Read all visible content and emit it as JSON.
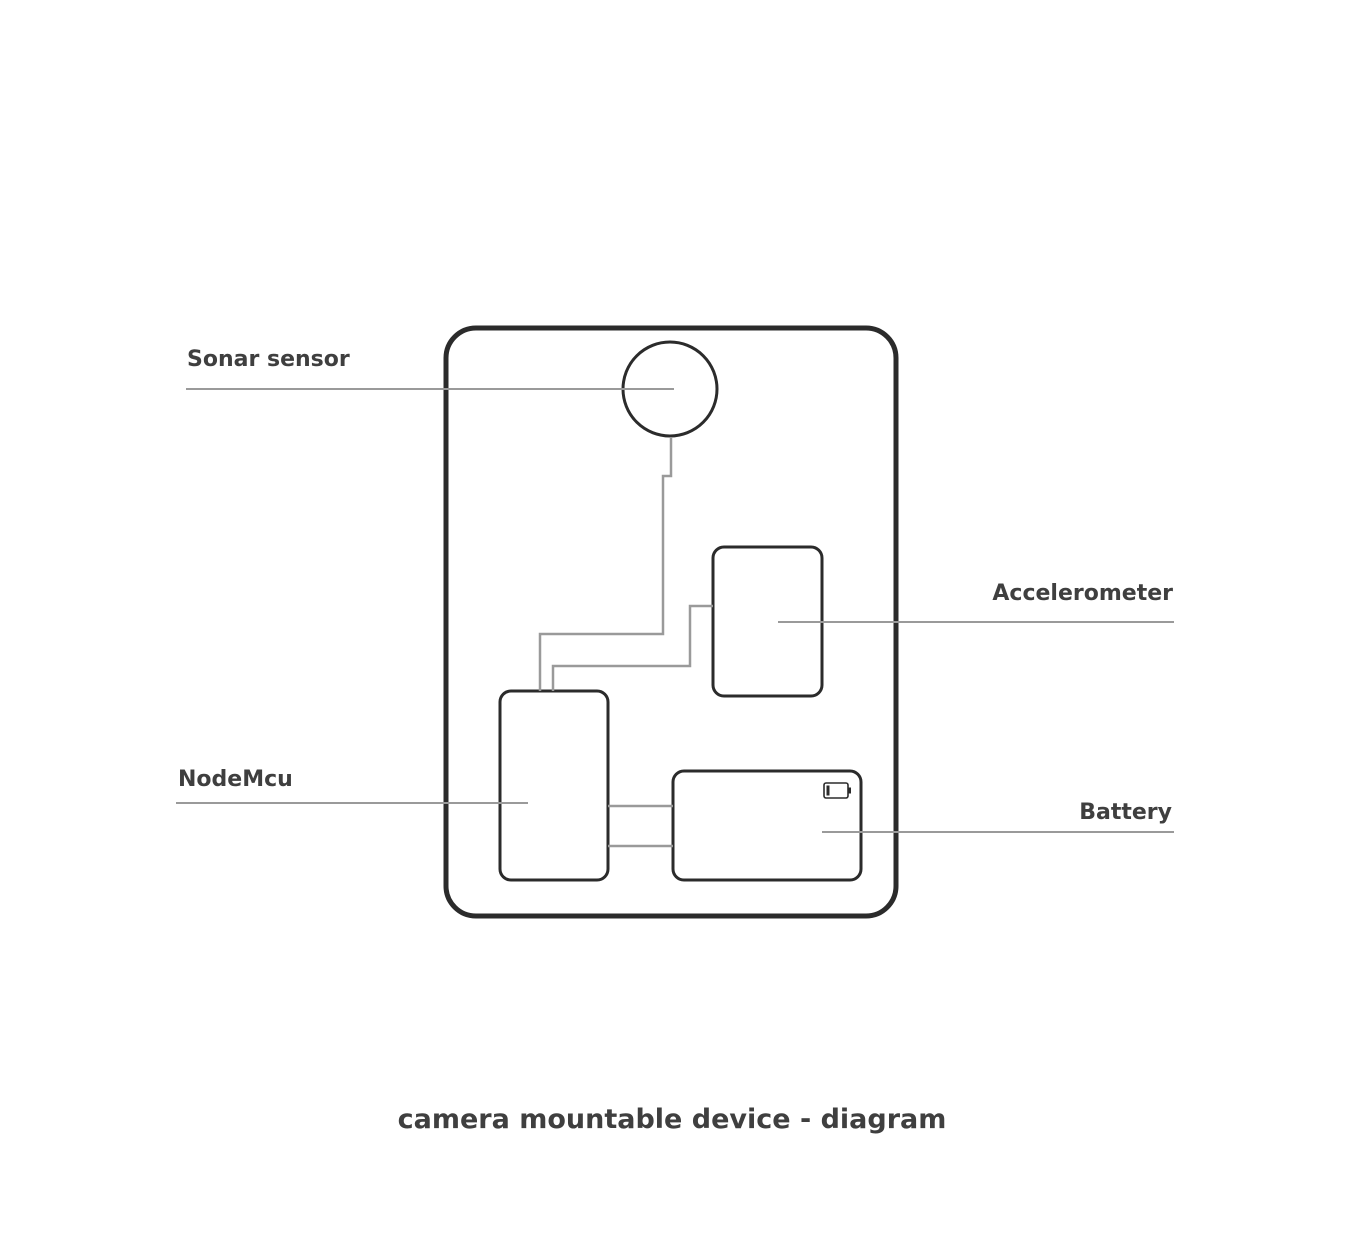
{
  "colors": {
    "outline": "#2b2b2b",
    "wire": "#9a9a9a",
    "text": "#3f3f3f",
    "background": "#ffffff"
  },
  "labels": {
    "sonar": "Sonar sensor",
    "accelerometer": "Accelerometer",
    "nodemcu": "NodeMcu",
    "battery": "Battery"
  },
  "caption": "camera mountable device - diagram",
  "icons": {
    "battery_indicator": "battery-low-icon"
  }
}
